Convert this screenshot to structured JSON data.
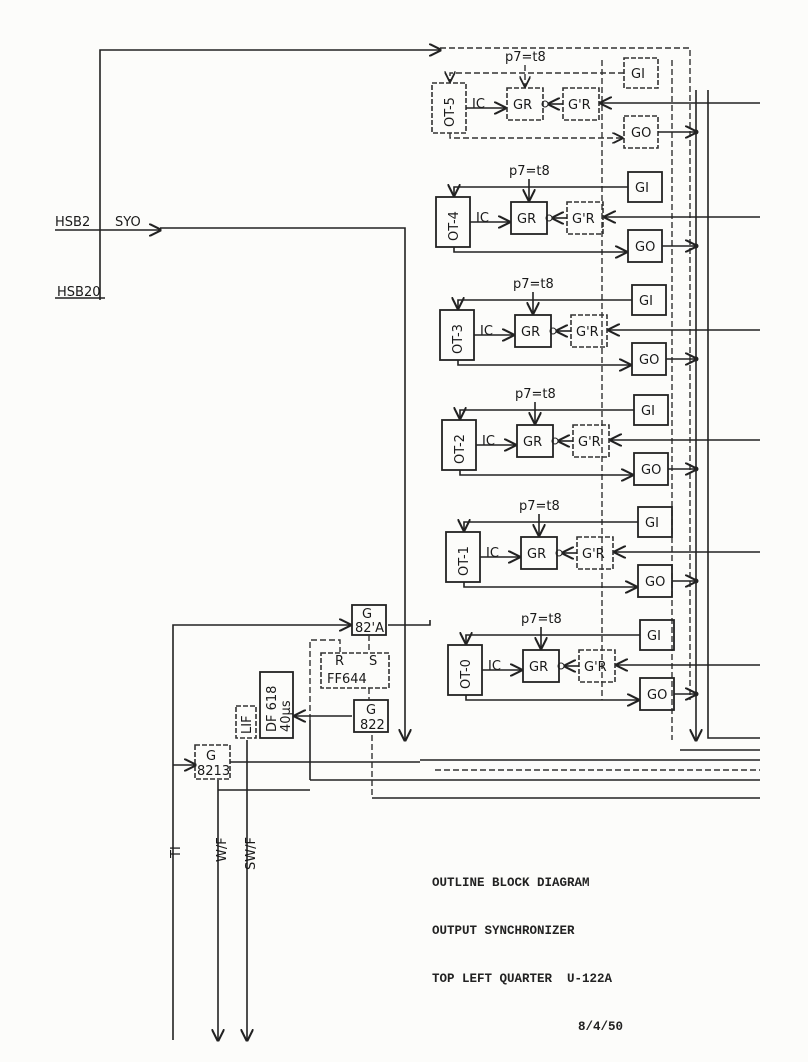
{
  "inputs": {
    "hsb2": "HSB2",
    "syo": "SYO",
    "hsb20": "HSB20"
  },
  "rows": [
    {
      "ot": "OT-5",
      "p7": "p7=t8",
      "ic": "IC",
      "gr": "GR",
      "gr_prime": "G'R",
      "gi": "GI",
      "go": "GO"
    },
    {
      "ot": "OT-4",
      "p7": "p7=t8",
      "ic": "IC",
      "gr": "GR",
      "gr_prime": "G'R",
      "gi": "GI",
      "go": "GO"
    },
    {
      "ot": "OT-3",
      "p7": "p7=t8",
      "ic": "IC",
      "gr": "GR",
      "gr_prime": "G'R",
      "gi": "GI",
      "go": "GO"
    },
    {
      "ot": "OT-2",
      "p7": "p7=t8",
      "ic": "IC",
      "gr": "GR",
      "gr_prime": "G'R",
      "gi": "GI",
      "go": "GO"
    },
    {
      "ot": "OT-1",
      "p7": "p7=t8",
      "ic": "IC",
      "gr": "GR",
      "gr_prime": "G'R",
      "gi": "GI",
      "go": "GO"
    },
    {
      "ot": "OT-0",
      "p7": "p7=t8",
      "ic": "IC",
      "gr": "GR",
      "gr_prime": "G'R",
      "gi": "GI",
      "go": "GO"
    }
  ],
  "control": {
    "g82a": {
      "title": "G",
      "num": "82'A"
    },
    "ff644": {
      "r": "R",
      "s": "S",
      "name": "FF644"
    },
    "g822": {
      "title": "G",
      "num": "822"
    },
    "df618": {
      "name": "DF 618",
      "delay": "40μs"
    },
    "lif": "LIF",
    "g8213": {
      "title": "G",
      "num": "8213"
    }
  },
  "bottom_labels": {
    "ti": "TI",
    "wf": "W/F",
    "swf": "SW/F"
  },
  "caption": {
    "line1": "OUTLINE BLOCK DIAGRAM",
    "line2": "OUTPUT SYNCHRONIZER",
    "line3": "TOP LEFT QUARTER  U-122A",
    "line4": "8/4/50"
  }
}
